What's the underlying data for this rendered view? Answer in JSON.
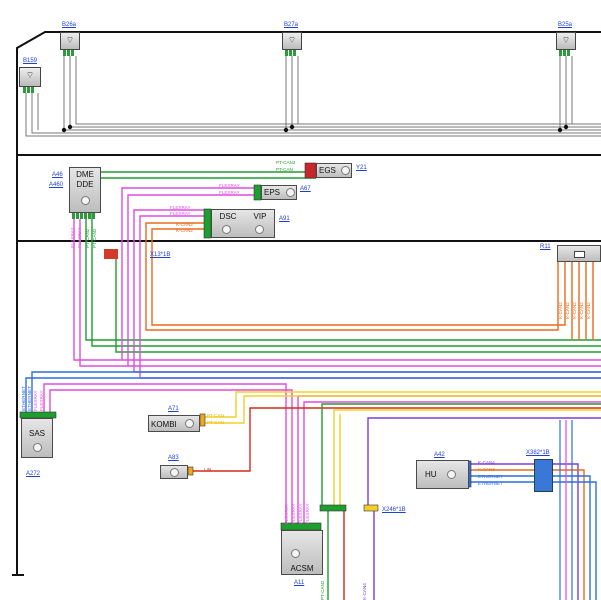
{
  "sensors": {
    "b26a": "B26a",
    "b27a": "B27a",
    "b25a": "B25a",
    "b159": "B159"
  },
  "modules": {
    "dme_ref1": "A46",
    "dme_ref2": "A460",
    "dme_l1": "DME",
    "dme_l2": "DDE",
    "egs_label": "EGS",
    "egs_ref": "Y21",
    "eps_label": "EPS",
    "eps_ref": "A67",
    "dsc_label": "DSC",
    "vip_label": "VIP",
    "dsc_ref": "A91",
    "r11_ref": "R11",
    "x13_ref": "X13*1B",
    "sas_label": "SAS",
    "sas_ref": "A272",
    "kombi_label": "KOMBI",
    "kombi_ref": "A71",
    "a83_ref": "A83",
    "hu_label": "HU",
    "hu_ref": "A42",
    "x382_ref": "X382*1B",
    "x246_ref": "X246*1B",
    "acsm_label": "ACSM",
    "acsm_ref": "A11"
  },
  "wires": {
    "ptcan2": "PT-CAN2",
    "ptcan": "PT-CAN",
    "flexray": "FLEXRAY",
    "kcan4": "K-CAN4",
    "kcan3": "K-CAN3",
    "kcan2": "K-CAN2",
    "ethernet": "ETHERNET",
    "lin": "LIN"
  },
  "colors": {
    "ptcan": "#1e9e2e",
    "flexray": "#e04ae0",
    "kcan": "#ea6a1c",
    "ethernet": "#2f6fe0",
    "yellow": "#f2d02a",
    "lin": "#d42a1a",
    "purple": "#7a3fd8",
    "frame": "#111111"
  }
}
